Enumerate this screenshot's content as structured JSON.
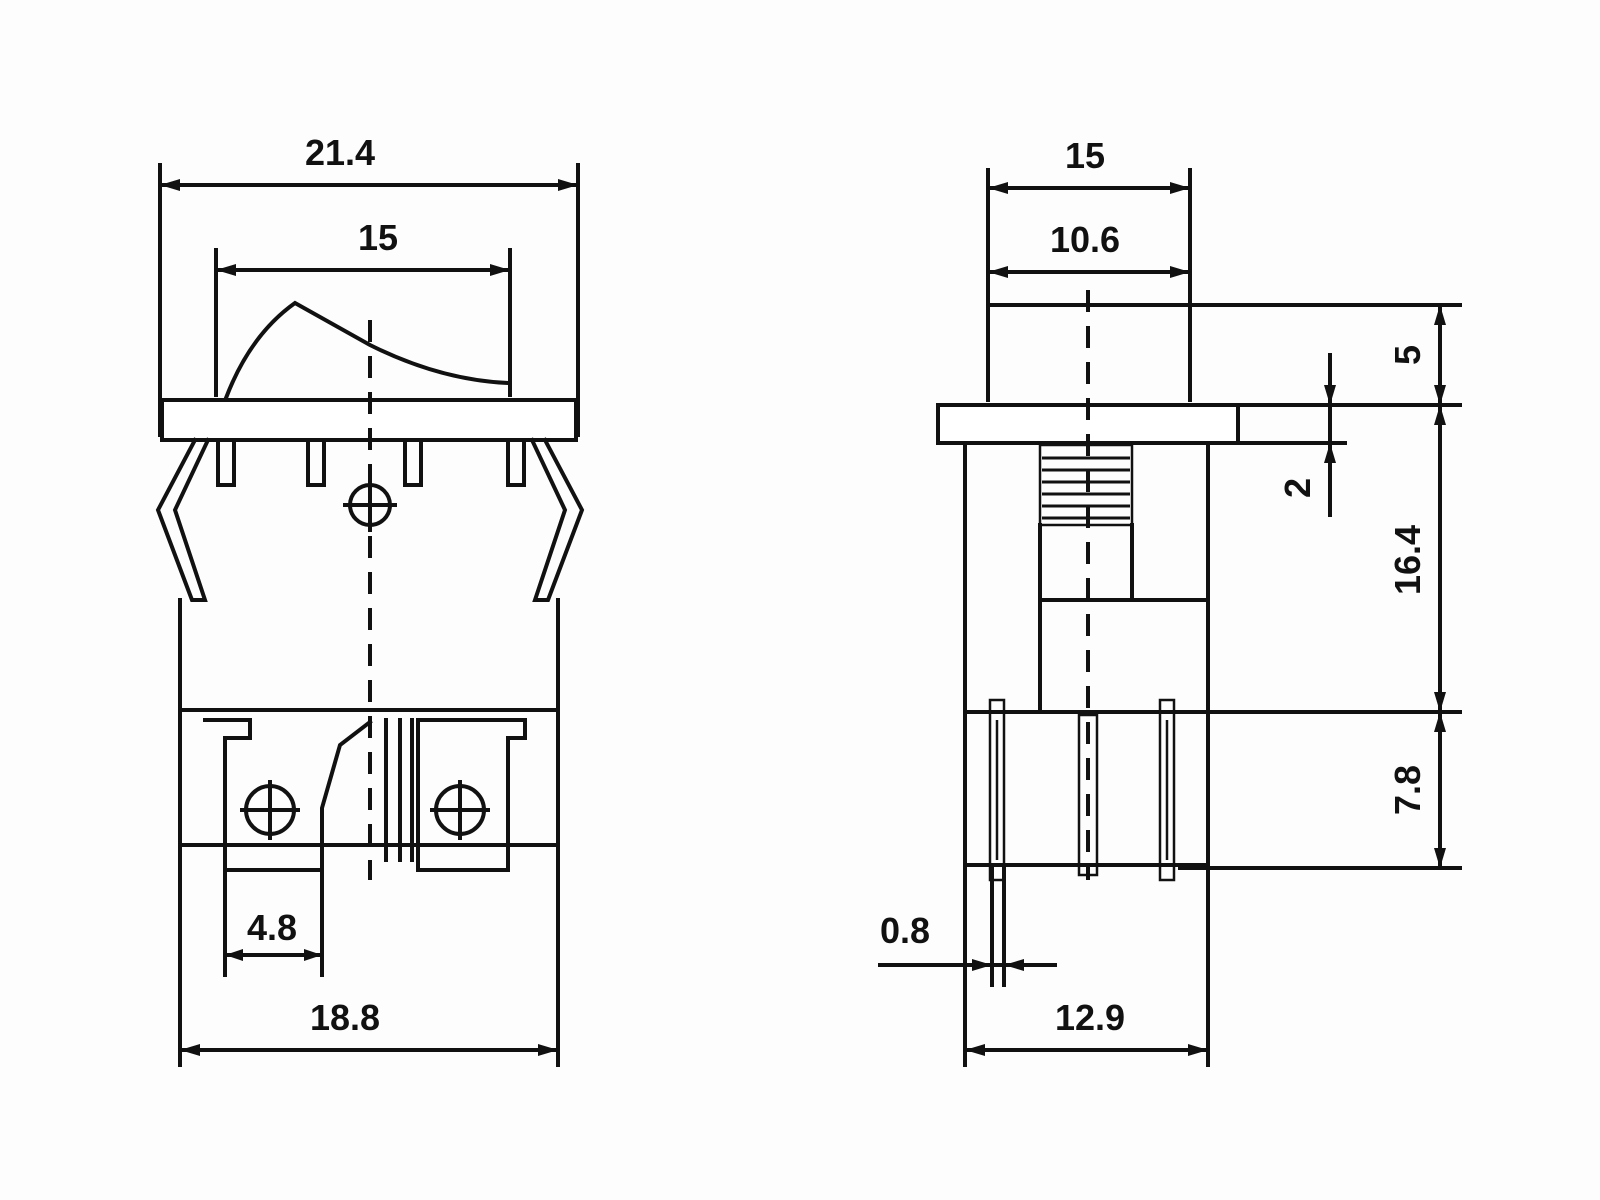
{
  "front_view": {
    "dims": {
      "overall_width": "21.4",
      "rocker_width": "15",
      "terminal_width": "4.8",
      "body_width": "18.8"
    }
  },
  "side_view": {
    "dims": {
      "overall_width": "15",
      "cap_width": "10.6",
      "rocker_height": "5",
      "flange_thickness": "2",
      "body_height": "16.4",
      "terminal_height": "7.8",
      "terminal_thickness": "0.8",
      "body_depth": "12.9"
    }
  }
}
